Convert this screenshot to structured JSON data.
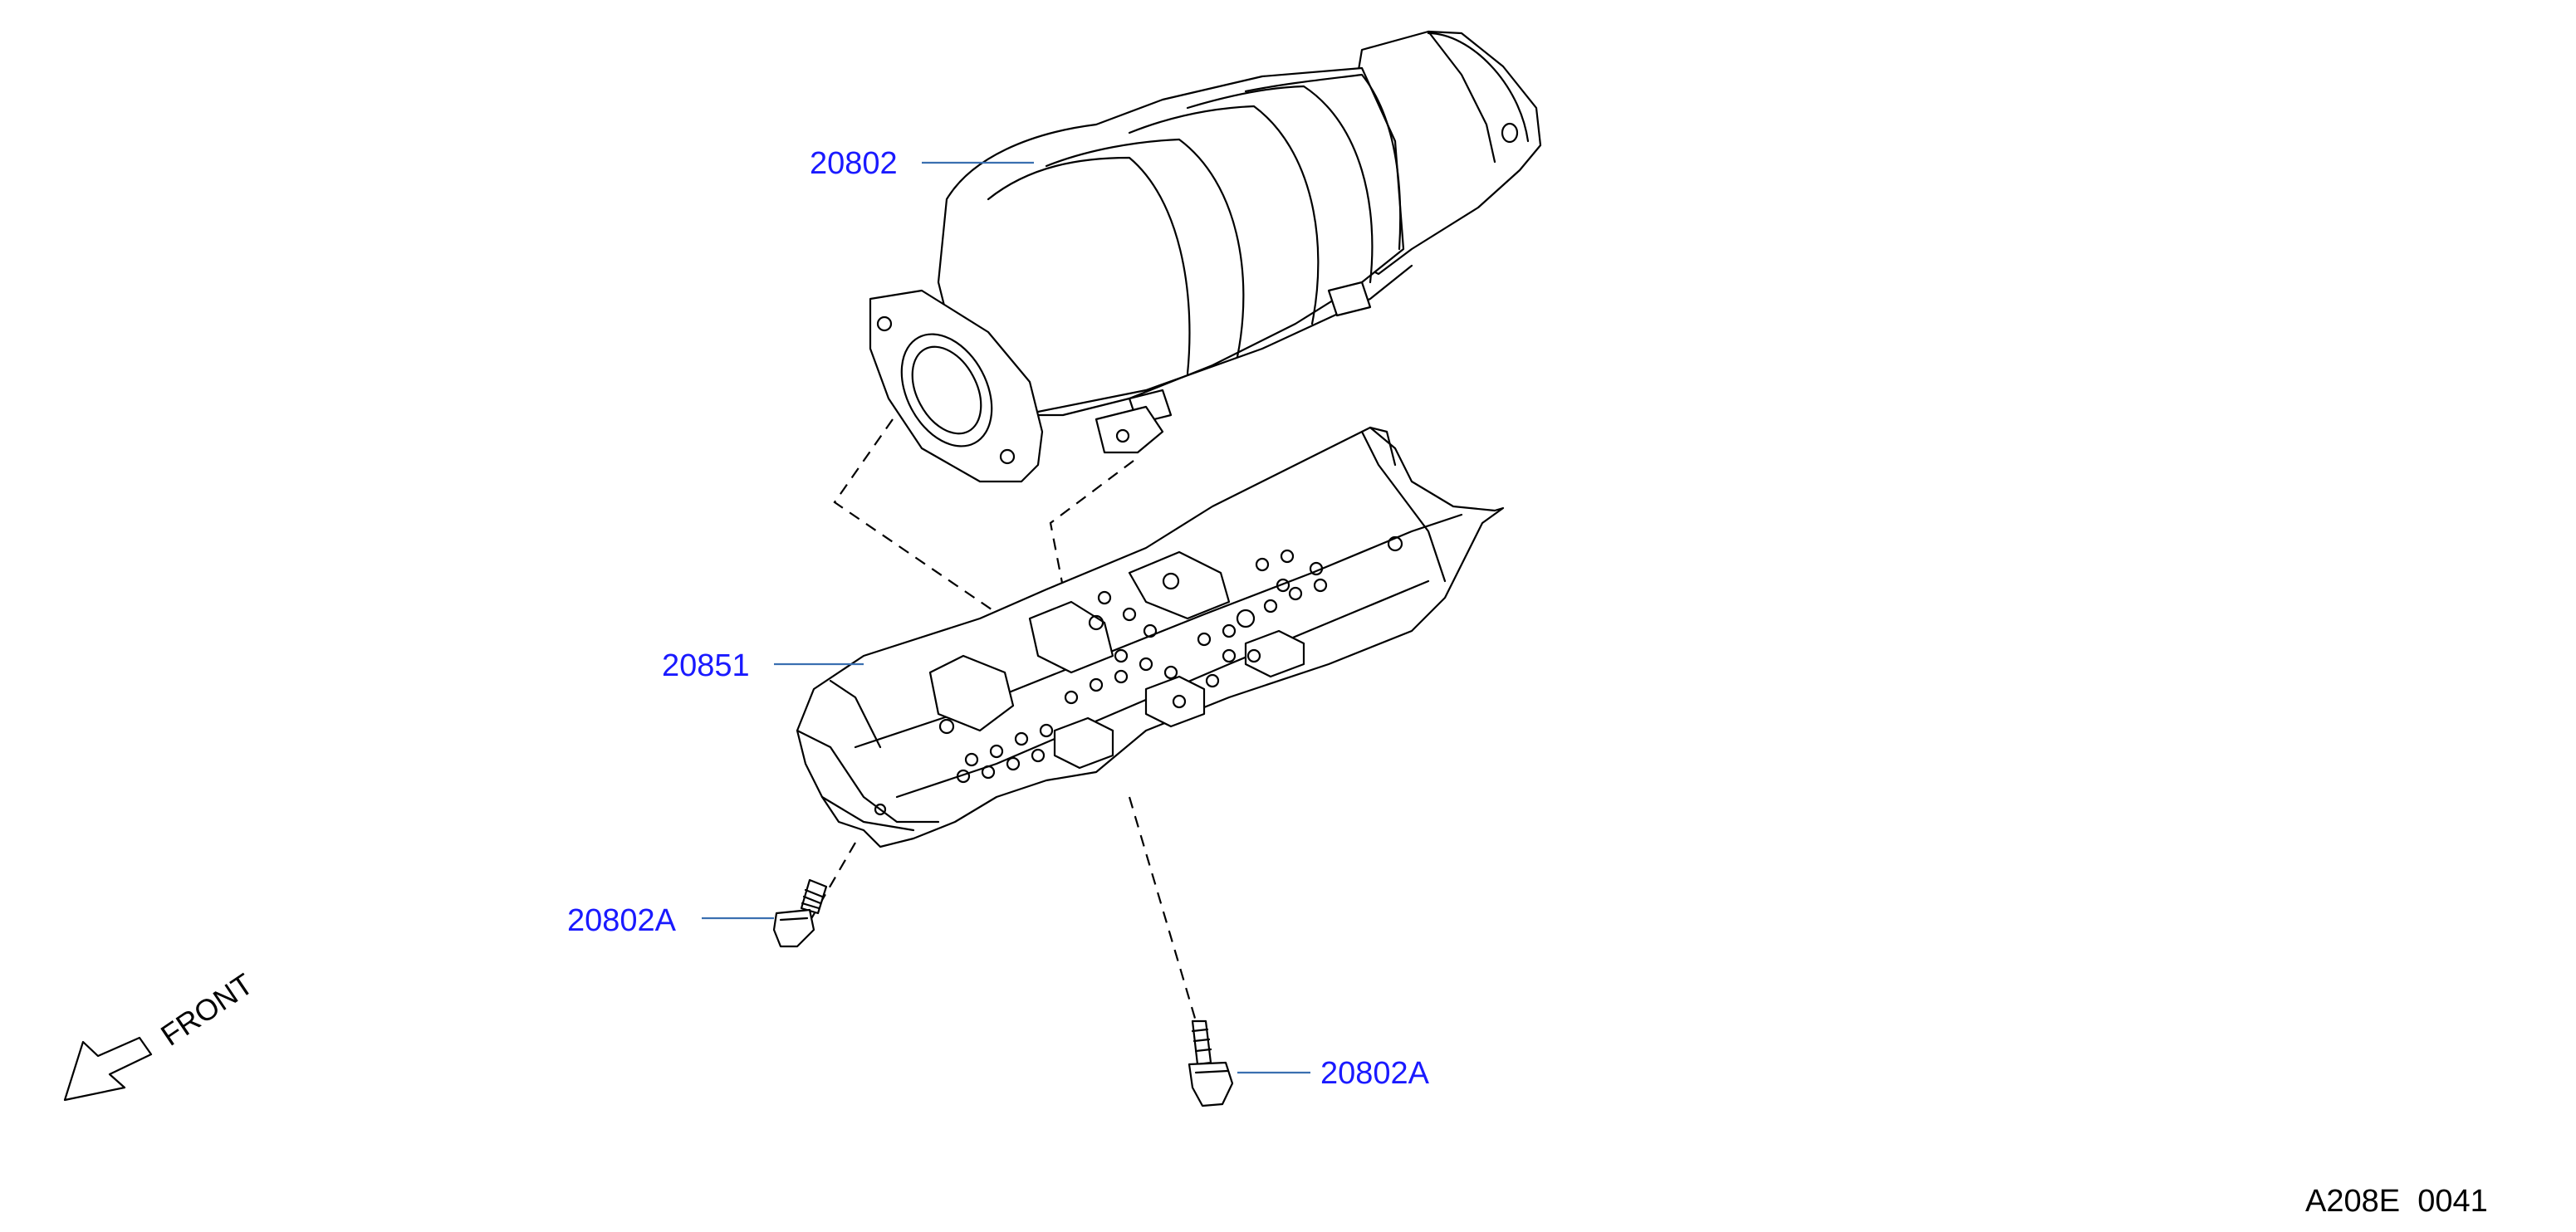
{
  "diagram_id": "A208E  0041",
  "front_indicator": "FRONT",
  "parts": {
    "catalytic_converter": "20802",
    "heat_insulator": "20851",
    "bolt_left": "20802A",
    "bolt_right": "20802A"
  },
  "colors": {
    "label": "#1a1aff",
    "leader": "#3a6fb0",
    "lines": "#000000"
  }
}
